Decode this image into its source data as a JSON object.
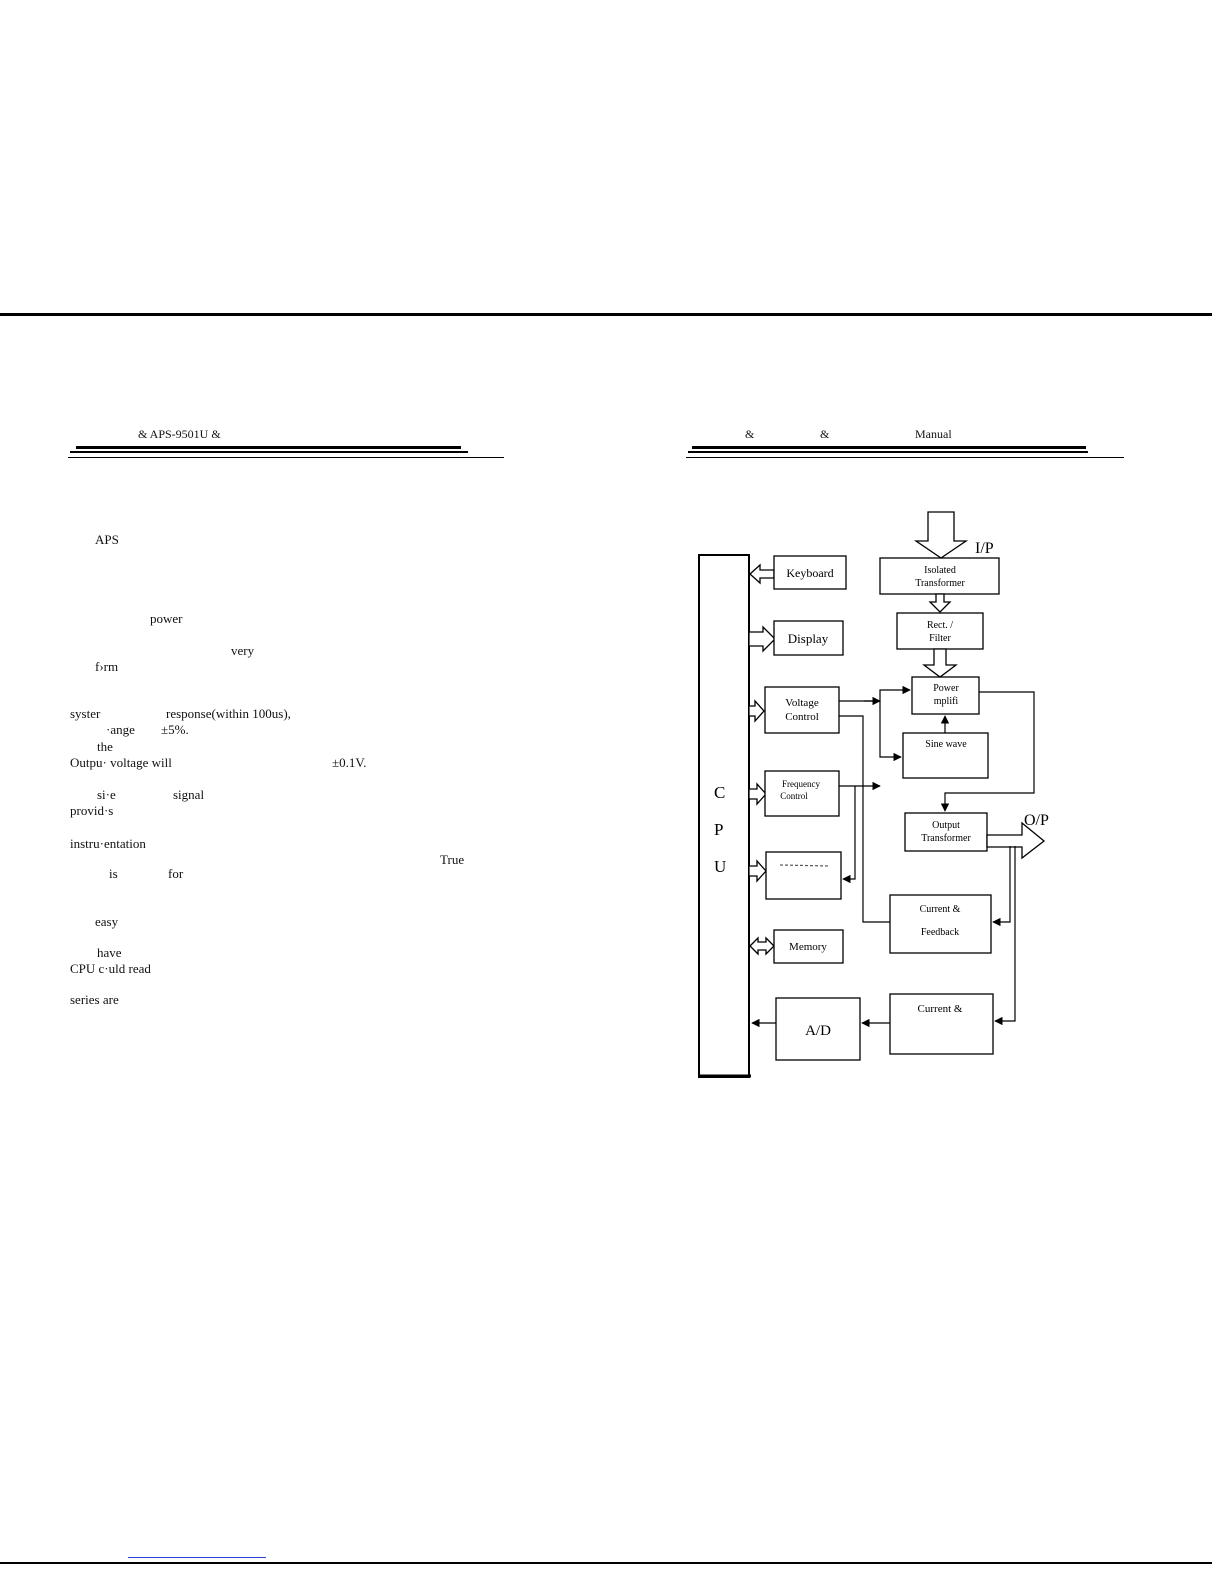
{
  "left_page": {
    "header": "& APS-9501U &",
    "fragments": [
      {
        "text": "APS"
      },
      {
        "text": "power"
      },
      {
        "text": "very"
      },
      {
        "text": "f›rm"
      },
      {
        "text": "syster"
      },
      {
        "text": "response(within 100us),"
      },
      {
        "text": "·ange"
      },
      {
        "text": "±5%."
      },
      {
        "text": "the"
      },
      {
        "text": "Outpu· voltage will"
      },
      {
        "text": "±0.1V."
      },
      {
        "text": "si·e"
      },
      {
        "text": "signal"
      },
      {
        "text": "provid·s"
      },
      {
        "text": "instru·entation"
      },
      {
        "text": "True"
      },
      {
        "text": "is"
      },
      {
        "text": "for"
      },
      {
        "text": "easy"
      },
      {
        "text": "have"
      },
      {
        "text": "CPU c·uld read"
      },
      {
        "text": "series are"
      }
    ]
  },
  "right_page": {
    "header": {
      "amp1": "&",
      "amp2": "&",
      "manual": "Manual"
    }
  },
  "diagram": {
    "cpu_label": [
      "C",
      "P",
      "U"
    ],
    "blocks": {
      "keyboard": "Keyboard",
      "display": "Display",
      "voltage_control": [
        "Voltage",
        "Control"
      ],
      "frequency_control": [
        "Frequency",
        "Control"
      ],
      "memory": "Memory",
      "ad": "A/D",
      "isolated_transformer": [
        "Isolated",
        "Transformer"
      ],
      "rect_filter": [
        "Rect. /",
        "Filter"
      ],
      "power_amplifier": [
        "Power",
        "mplifi"
      ],
      "sine_wave": "Sine wave",
      "output_transformer": [
        "Output",
        "Transformer"
      ],
      "current_feedback": [
        "Current &",
        "Feedback"
      ],
      "current_ad": "Current &"
    },
    "labels": {
      "ip": "I/P",
      "op": "O/P"
    }
  }
}
